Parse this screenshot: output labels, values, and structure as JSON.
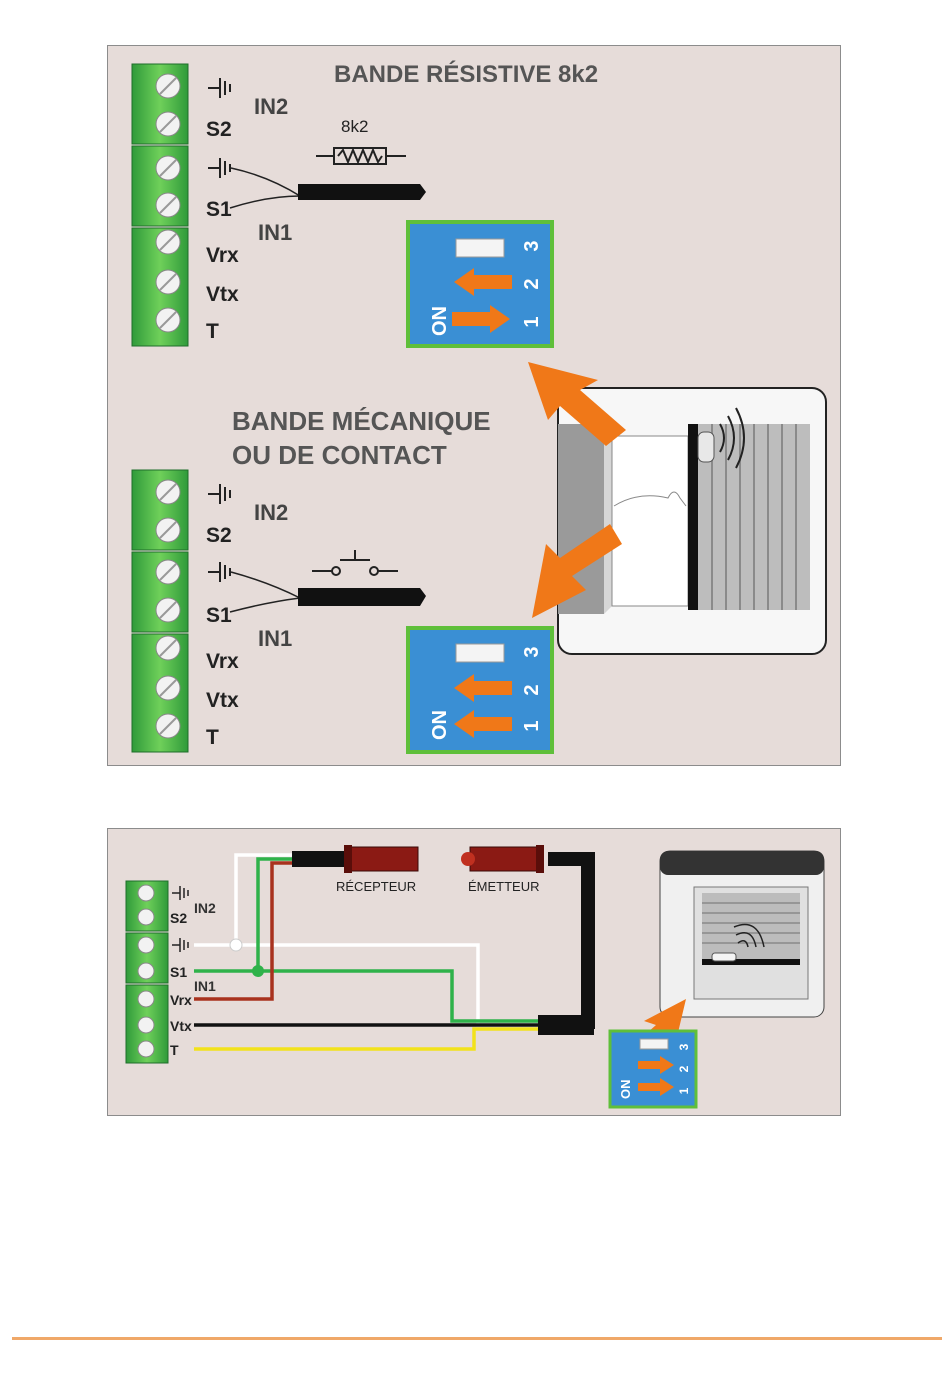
{
  "top_panel": {
    "section_resistive": {
      "title": "BANDE RÉSISTIVE 8k2",
      "resistor_label": "8k2",
      "terminals": [
        "S2",
        "S1",
        "Vrx",
        "Vtx",
        "T"
      ],
      "group_labels": [
        "IN2",
        "IN1"
      ],
      "dip": {
        "on_label": "ON",
        "numbers": [
          "3",
          "2",
          "1"
        ],
        "switch_states": [
          "neutral",
          "left",
          "right"
        ]
      }
    },
    "section_mechanical": {
      "title_line1": "BANDE MÉCANIQUE",
      "title_line2": "OU DE CONTACT",
      "terminals": [
        "S2",
        "S1",
        "Vrx",
        "Vtx",
        "T"
      ],
      "group_labels": [
        "IN2",
        "IN1"
      ],
      "dip": {
        "on_label": "ON",
        "numbers": [
          "3",
          "2",
          "1"
        ],
        "switch_states": [
          "neutral",
          "left",
          "left"
        ]
      }
    }
  },
  "bottom_panel": {
    "receiver_label": "RÉCEPTEUR",
    "transmitter_label": "ÉMETTEUR",
    "terminals": [
      "S2",
      "S1",
      "Vrx",
      "Vtx",
      "T"
    ],
    "group_labels": [
      "IN2",
      "IN1"
    ],
    "dip": {
      "on_label": "ON",
      "numbers": [
        "3",
        "2",
        "1"
      ],
      "switch_states": [
        "neutral",
        "right",
        "right"
      ]
    },
    "wire_colors": {
      "white": "#ffffff",
      "green": "#2fb24a",
      "red": "#a8321e",
      "black": "#111111",
      "yellow": "#f2e21a"
    }
  },
  "colors": {
    "panel_bg": "#e6dcd9",
    "terminal_green": "#4cb848",
    "dip_blue": "#3a8fd4",
    "dip_border": "#5fbf3a",
    "arrow_orange": "#f07818",
    "accent_rule": "#f0a868"
  }
}
